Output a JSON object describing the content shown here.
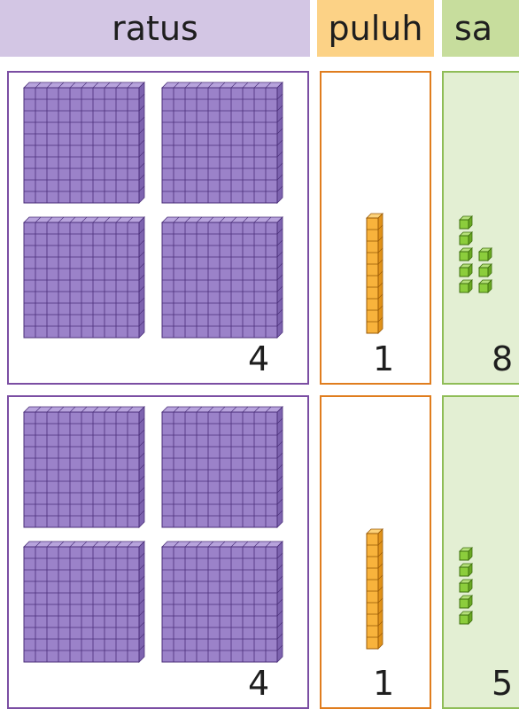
{
  "headers": {
    "ratus": "ratus",
    "puluh": "puluh",
    "sa": "sa"
  },
  "rows": [
    {
      "ratus": "4",
      "puluh": "1",
      "sa": "8",
      "ratus_count": 4,
      "puluh_count": 1,
      "sa_count": 8
    },
    {
      "ratus": "4",
      "puluh": "1",
      "sa": "5",
      "ratus_count": 4,
      "puluh_count": 1,
      "sa_count": 5
    }
  ],
  "colors": {
    "purple": "#9b82c9",
    "orange": "#f8b33c",
    "green": "#8ccd3c"
  }
}
